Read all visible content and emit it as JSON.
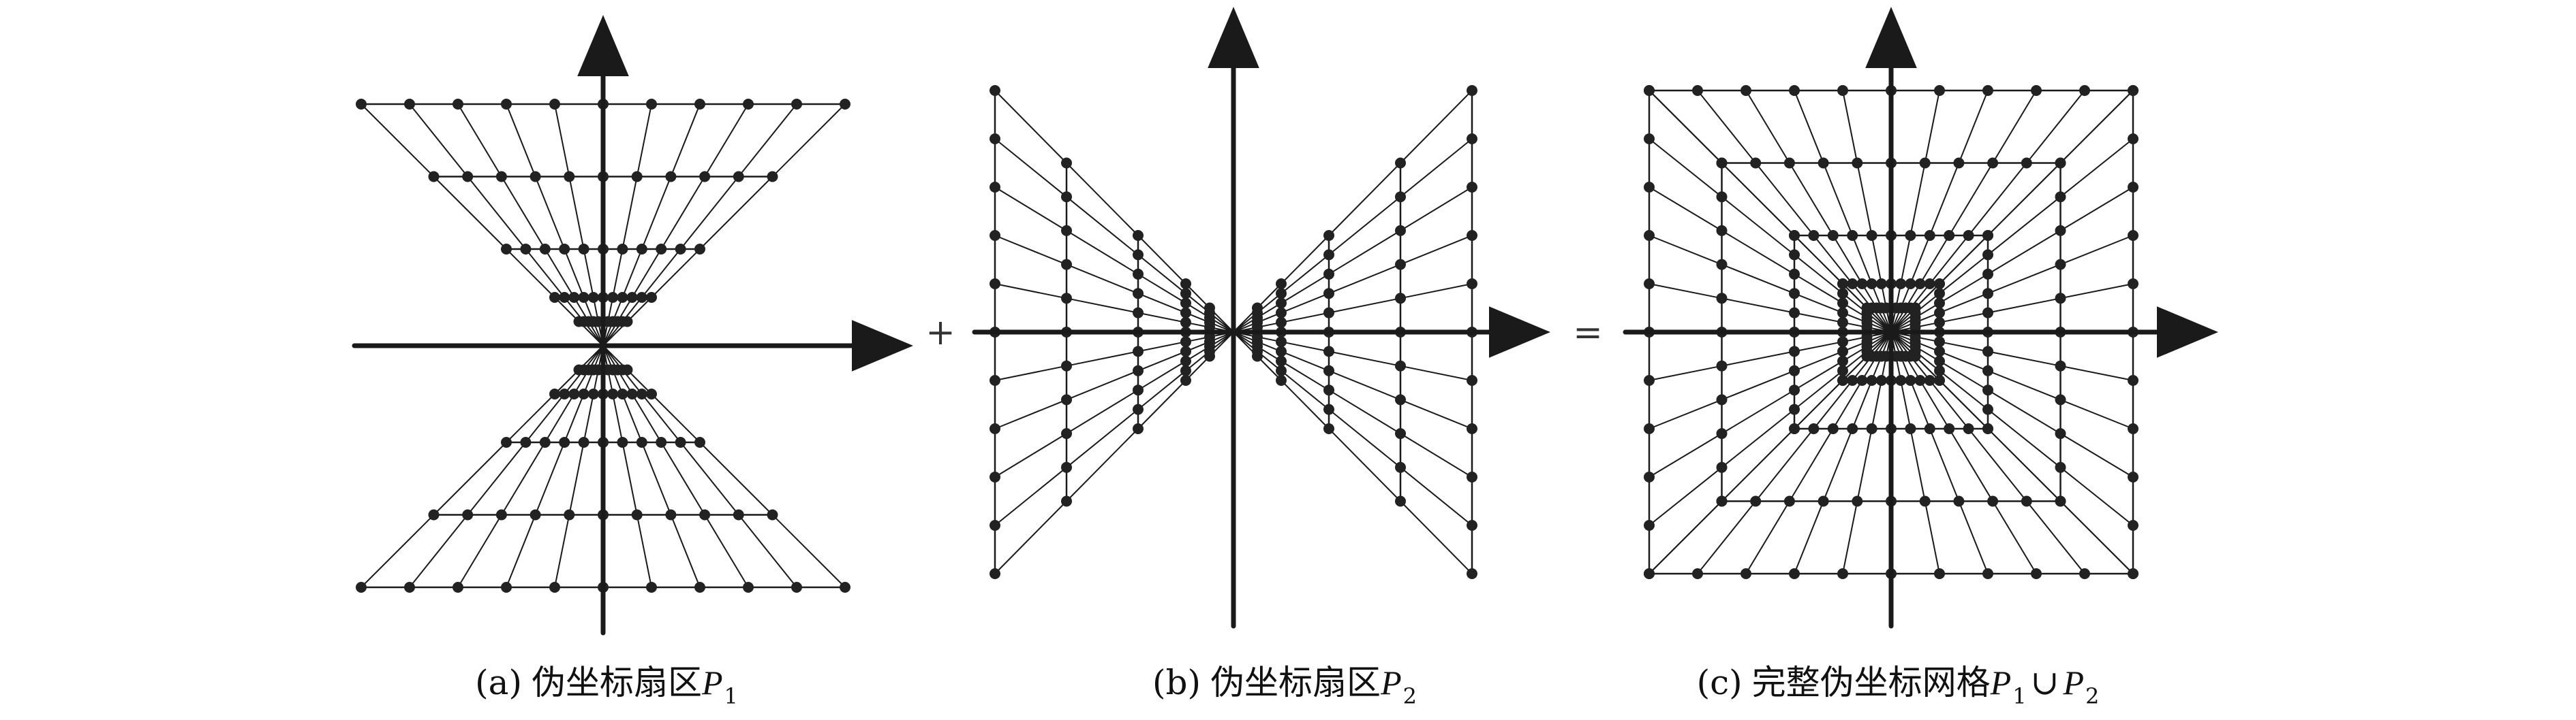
{
  "figure": {
    "operators": {
      "plus": "+",
      "equals": "="
    },
    "panels": [
      {
        "id": "a",
        "kind": "vertical-sector",
        "prefix": "(a)",
        "title": "伪坐标扇区",
        "symbol": "P",
        "subscript": "1"
      },
      {
        "id": "b",
        "kind": "horizontal-sector",
        "prefix": "(b)",
        "title": "伪坐标扇区",
        "symbol": "P",
        "subscript": "2"
      },
      {
        "id": "c",
        "kind": "full-grid",
        "prefix": "(c)",
        "title": "完整伪坐标网格",
        "symbol": "P",
        "subscript": "1",
        "union": "∪",
        "symbol2": "P",
        "subscript2": "2"
      }
    ],
    "colors": {
      "ink": "#1a1a1a",
      "node": "#222222",
      "background": "#ffffff"
    }
  }
}
